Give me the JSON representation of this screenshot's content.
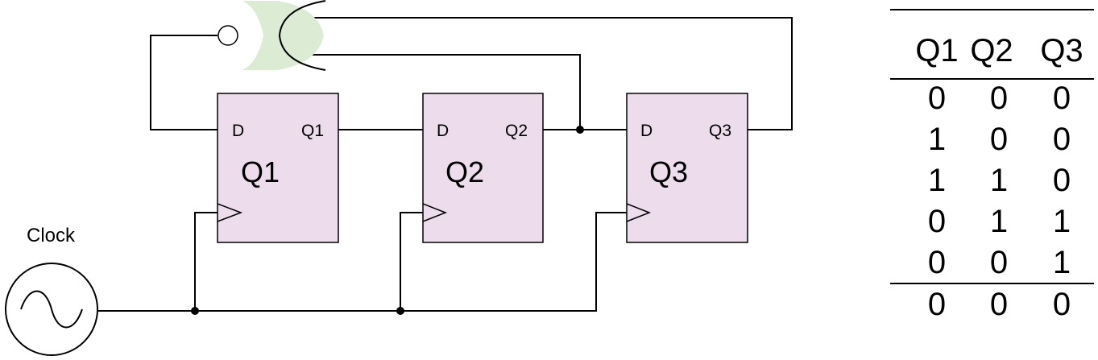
{
  "clock": {
    "label": "Clock"
  },
  "flip_flops": [
    {
      "name": "Q1",
      "d_pin": "D",
      "q_pin": "Q1"
    },
    {
      "name": "Q2",
      "d_pin": "D",
      "q_pin": "Q2"
    },
    {
      "name": "Q3",
      "d_pin": "D",
      "q_pin": "Q3"
    }
  ],
  "gate": {
    "type": "NOR",
    "fill": "#dcebd3"
  },
  "colors": {
    "flip_flop_fill": "#ecdcec",
    "gate_fill": "#dcebd3",
    "wire": "#000000"
  },
  "state_table": {
    "headers": [
      "Q1",
      "Q2",
      "Q3"
    ],
    "rows": [
      [
        "0",
        "0",
        "0"
      ],
      [
        "1",
        "0",
        "0"
      ],
      [
        "1",
        "1",
        "0"
      ],
      [
        "0",
        "1",
        "1"
      ],
      [
        "0",
        "0",
        "1"
      ]
    ],
    "final_row": [
      "0",
      "0",
      "0"
    ]
  }
}
